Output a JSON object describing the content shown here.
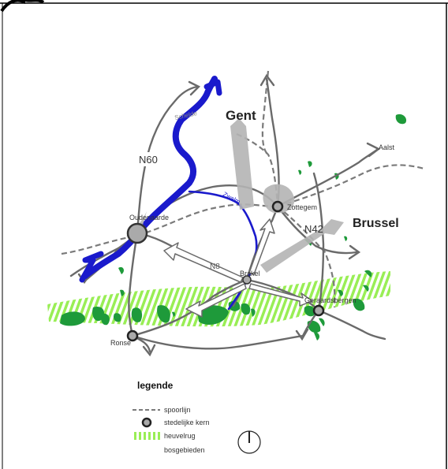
{
  "map": {
    "labels": {
      "gent": "Gent",
      "brussel": "Brussel",
      "aalst": "Aalst",
      "n60": "N60",
      "n42": "N42",
      "n8": "N8",
      "oudenaarde": "Oudenaarde",
      "zottegem": "Zottegem",
      "brakel": "Brakel",
      "geraardsbergen": "Geraardsbergen",
      "ronse": "Ronse",
      "schelde": "Schelde",
      "zwalm": "Zwalm"
    },
    "colors": {
      "river": "#1a1acc",
      "road": "#6a6a6a",
      "railway": "#7a7a7a",
      "ridge": "#99ee55",
      "forest": "#1e9a3a",
      "pressure_arrow": "#b4b4b4",
      "core": "#aaaaaa"
    }
  },
  "legend": {
    "title": "legende",
    "items": [
      {
        "key": "railway",
        "label": "spoorlijn"
      },
      {
        "key": "core",
        "label": "stedelijke kern"
      },
      {
        "key": "ridge",
        "label": "heuvelrug"
      },
      {
        "key": "forest",
        "label": "bosgebieden"
      }
    ],
    "north_icon": "north-arrow-icon"
  }
}
